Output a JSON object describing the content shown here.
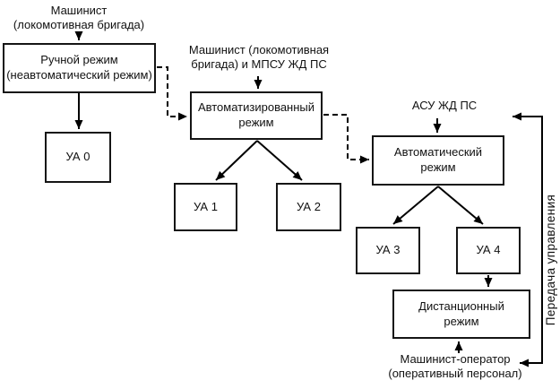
{
  "diagram": {
    "background": "#ffffff",
    "line_color": "#000000",
    "labels": {
      "driver": "Машинист\n(локомотивная бригада)",
      "manual_mode": "Ручной режим\n(неавтоматический режим)",
      "ua0": "УА 0",
      "driver_mpsu": "Машинист (локомотивная\nбригада) и МПСУ ЖД ПС",
      "automated_mode": "Автоматизированный\nрежим",
      "ua1": "УА 1",
      "ua2": "УА 2",
      "asu": "АСУ ЖД ПС",
      "automatic_mode": "Автоматический\nрежим",
      "ua3": "УА 3",
      "ua4": "УА 4",
      "remote_mode": "Дистанционный\nрежим",
      "operator": "Машинист-оператор\n(оперативный персонал)",
      "transfer_of_control": "Передача управления"
    }
  }
}
